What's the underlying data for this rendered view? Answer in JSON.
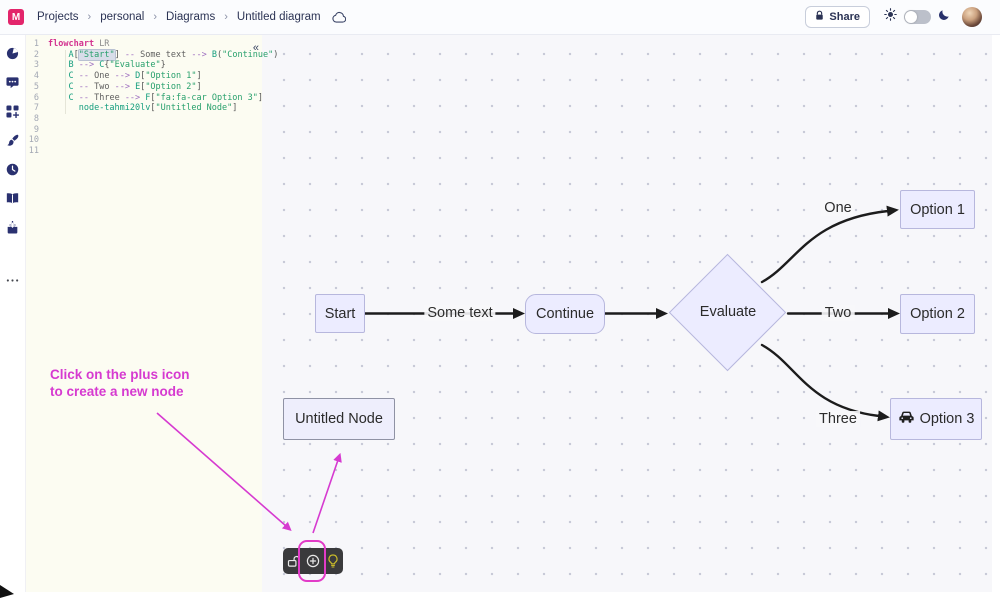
{
  "topbar": {
    "logo_glyph": "M",
    "breadcrumbs": [
      {
        "label": "Projects"
      },
      {
        "label": "personal"
      },
      {
        "label": "Diagrams"
      },
      {
        "label": "Untitled diagram"
      }
    ],
    "separator": "›",
    "share_label": "Share"
  },
  "sidebar": {
    "icons": [
      {
        "name": "sample-diagrams-icon"
      },
      {
        "name": "chat-icon"
      },
      {
        "name": "templates-icon"
      },
      {
        "name": "theme-icon"
      },
      {
        "name": "history-icon"
      },
      {
        "name": "docs-icon"
      },
      {
        "name": "export-icon"
      },
      {
        "name": "more-icon"
      }
    ]
  },
  "editor": {
    "collapse_glyph": "«",
    "lines": [
      {
        "num": "1",
        "tokens": [
          {
            "t": "flowchart",
            "s": "kw"
          },
          {
            "t": " ",
            "s": "pl"
          },
          {
            "t": "LR",
            "s": "dir"
          }
        ]
      },
      {
        "num": "2",
        "tokens": [
          {
            "t": "    ",
            "s": "pl"
          },
          {
            "t": "A",
            "s": "id"
          },
          {
            "t": "[",
            "s": "br"
          },
          {
            "t": "\"Start\"",
            "s": "str hl"
          },
          {
            "t": "]",
            "s": "br"
          },
          {
            "t": " ",
            "s": "pl"
          },
          {
            "t": "--",
            "s": "op"
          },
          {
            "t": " Some text ",
            "s": "lbl"
          },
          {
            "t": "-->",
            "s": "op"
          },
          {
            "t": " ",
            "s": "pl"
          },
          {
            "t": "B",
            "s": "id"
          },
          {
            "t": "(",
            "s": "br"
          },
          {
            "t": "\"Continue\"",
            "s": "str"
          },
          {
            "t": ")",
            "s": "br"
          }
        ]
      },
      {
        "num": "3",
        "tokens": [
          {
            "t": "    ",
            "s": "pl"
          },
          {
            "t": "B",
            "s": "id"
          },
          {
            "t": " ",
            "s": "pl"
          },
          {
            "t": "-->",
            "s": "op"
          },
          {
            "t": " ",
            "s": "pl"
          },
          {
            "t": "C",
            "s": "id"
          },
          {
            "t": "{",
            "s": "br"
          },
          {
            "t": "\"Evaluate\"",
            "s": "str"
          },
          {
            "t": "}",
            "s": "br"
          }
        ]
      },
      {
        "num": "4",
        "tokens": [
          {
            "t": "    ",
            "s": "pl"
          },
          {
            "t": "C",
            "s": "id"
          },
          {
            "t": " ",
            "s": "pl"
          },
          {
            "t": "--",
            "s": "op"
          },
          {
            "t": " One ",
            "s": "lbl"
          },
          {
            "t": "-->",
            "s": "op"
          },
          {
            "t": " ",
            "s": "pl"
          },
          {
            "t": "D",
            "s": "id"
          },
          {
            "t": "[",
            "s": "br"
          },
          {
            "t": "\"Option 1\"",
            "s": "str"
          },
          {
            "t": "]",
            "s": "br"
          }
        ]
      },
      {
        "num": "5",
        "tokens": [
          {
            "t": "    ",
            "s": "pl"
          },
          {
            "t": "C",
            "s": "id"
          },
          {
            "t": " ",
            "s": "pl"
          },
          {
            "t": "--",
            "s": "op"
          },
          {
            "t": " Two ",
            "s": "lbl"
          },
          {
            "t": "-->",
            "s": "op"
          },
          {
            "t": " ",
            "s": "pl"
          },
          {
            "t": "E",
            "s": "id"
          },
          {
            "t": "[",
            "s": "br"
          },
          {
            "t": "\"Option 2\"",
            "s": "str"
          },
          {
            "t": "]",
            "s": "br"
          }
        ]
      },
      {
        "num": "6",
        "tokens": [
          {
            "t": "    ",
            "s": "pl"
          },
          {
            "t": "C",
            "s": "id"
          },
          {
            "t": " ",
            "s": "pl"
          },
          {
            "t": "--",
            "s": "op"
          },
          {
            "t": " Three ",
            "s": "lbl"
          },
          {
            "t": "-->",
            "s": "op"
          },
          {
            "t": " ",
            "s": "pl"
          },
          {
            "t": "F",
            "s": "id"
          },
          {
            "t": "[",
            "s": "br"
          },
          {
            "t": "\"fa:fa-car Option 3\"",
            "s": "str"
          },
          {
            "t": "]",
            "s": "br"
          }
        ]
      },
      {
        "num": "7",
        "tokens": [
          {
            "t": "      ",
            "s": "pl"
          },
          {
            "t": "node-tahmi20lv",
            "s": "id"
          },
          {
            "t": "[",
            "s": "br"
          },
          {
            "t": "\"Untitled Node\"",
            "s": "str"
          },
          {
            "t": "]",
            "s": "br"
          }
        ]
      },
      {
        "num": "8",
        "tokens": []
      },
      {
        "num": "9",
        "tokens": []
      },
      {
        "num": "10",
        "tokens": []
      },
      {
        "num": "11",
        "tokens": []
      }
    ]
  },
  "diagram": {
    "nodes": [
      {
        "id": "A",
        "label": "Start",
        "shape": "rectangle"
      },
      {
        "id": "B",
        "label": "Continue",
        "shape": "rounded"
      },
      {
        "id": "C",
        "label": "Evaluate",
        "shape": "diamond"
      },
      {
        "id": "D",
        "label": "Option 1",
        "shape": "rectangle"
      },
      {
        "id": "E",
        "label": "Option 2",
        "shape": "rectangle"
      },
      {
        "id": "F",
        "label": "Option 3",
        "shape": "rectangle",
        "icon": "car-icon"
      },
      {
        "id": "node-tahmi20lv",
        "label": "Untitled Node",
        "shape": "rectangle"
      }
    ],
    "edge_labels": [
      "Some text",
      "One",
      "Two",
      "Three"
    ]
  },
  "annotation": {
    "line1": "Click on the plus icon",
    "line2": "to create a new node"
  },
  "canvas_toolbar": {
    "buttons": [
      {
        "name": "lock-toggle"
      },
      {
        "name": "add-node",
        "highlighted": true
      },
      {
        "name": "hint"
      }
    ]
  },
  "colors": {
    "brand": "#e3256b",
    "annotation": "#d63ad0",
    "node_fill": "#ececff",
    "node_border": "#b7b7dd",
    "edge": "#1c1c1c",
    "toolbar_bg": "#3a3a3c",
    "bulb": "#c9bb2a"
  }
}
